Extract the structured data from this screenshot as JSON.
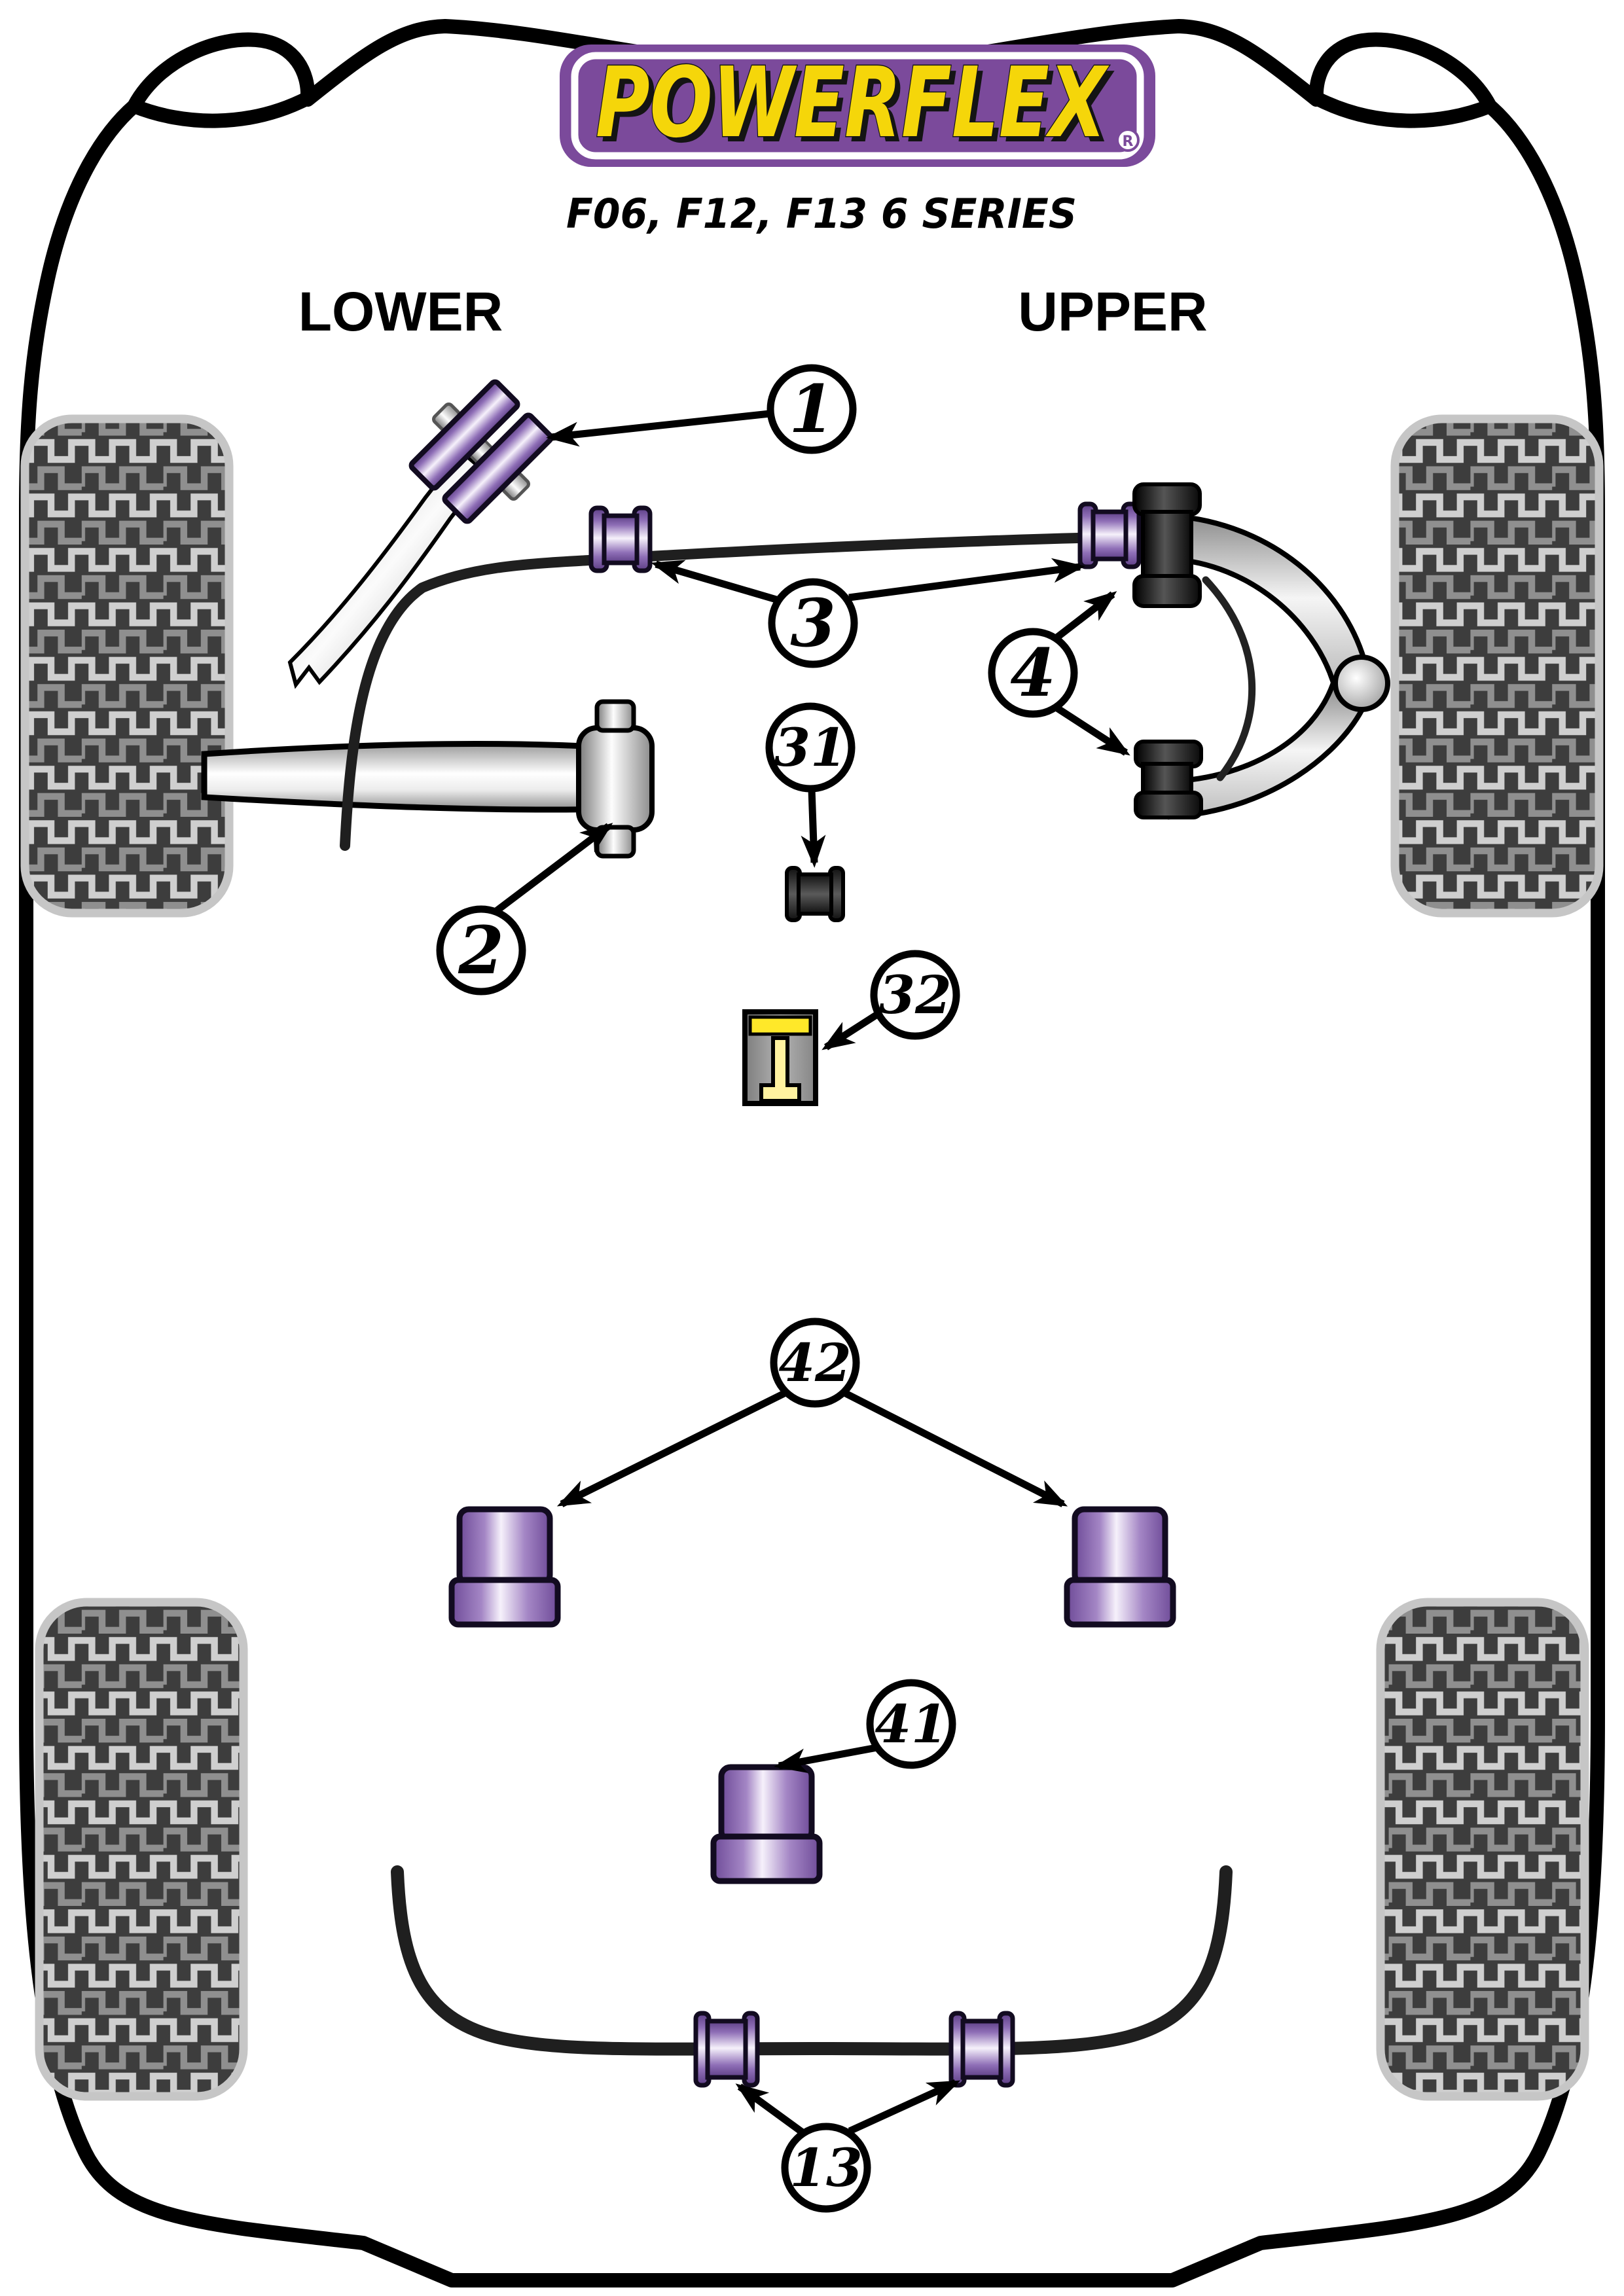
{
  "header": {
    "logo": {
      "text": "POWERFLEX",
      "registered_mark": "R",
      "bg_color": "#7b4a9b",
      "text_color": "#f5d60a"
    },
    "subtitle": "F06, F12, F13 6 SERIES"
  },
  "labels": {
    "lower": "LOWER",
    "upper": "UPPER"
  },
  "callouts": [
    {
      "label": "1",
      "part": "front-drop-link-bush"
    },
    {
      "label": "2",
      "part": "front-lower-arm-rear-bush"
    },
    {
      "label": "3",
      "part": "front-anti-roll-bar-bushes"
    },
    {
      "label": "4",
      "part": "front-upper-wishbone-bushes"
    },
    {
      "label": "31",
      "part": "transmission-mounting-bush"
    },
    {
      "label": "32",
      "part": "transmission-mount-insert"
    },
    {
      "label": "42",
      "part": "rear-subframe-mounting-bushes-pair"
    },
    {
      "label": "41",
      "part": "rear-subframe-mounting-bush"
    },
    {
      "label": "13",
      "part": "rear-anti-roll-bar-bushes"
    }
  ],
  "colors": {
    "bush_purple_dark": "#5c3d85",
    "bush_purple_mid": "#8f6fb7",
    "bush_purple_light": "#f6f1fb",
    "mount_purple": "#6f4c99",
    "insert_yellow": "#ffe829",
    "tire_dark": "#3d3d3d",
    "tire_tread_light": "#cfcfcf",
    "tire_tread_mid": "#8f8f8f",
    "outline_black": "#000000"
  }
}
